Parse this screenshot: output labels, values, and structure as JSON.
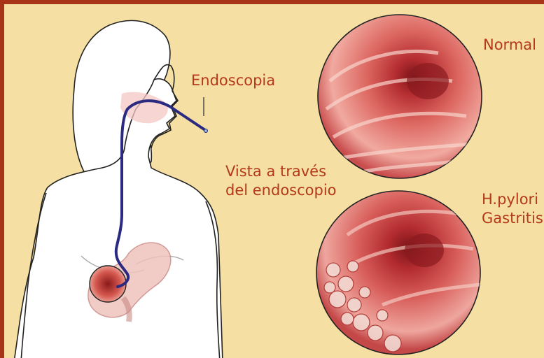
{
  "labels": {
    "endoscopia": "Endoscopia",
    "vista_line1": "Vista a través",
    "vista_line2": "del endoscopio",
    "normal": "Normal",
    "hpylori_line1": "H.pylori",
    "hpylori_line2": "Gastritis"
  },
  "colors": {
    "background": "#f5dfa3",
    "border": "#a83418",
    "text": "#b3391a",
    "endoscope_tube": "#2a2a80",
    "mucosa": "#d85a55"
  }
}
